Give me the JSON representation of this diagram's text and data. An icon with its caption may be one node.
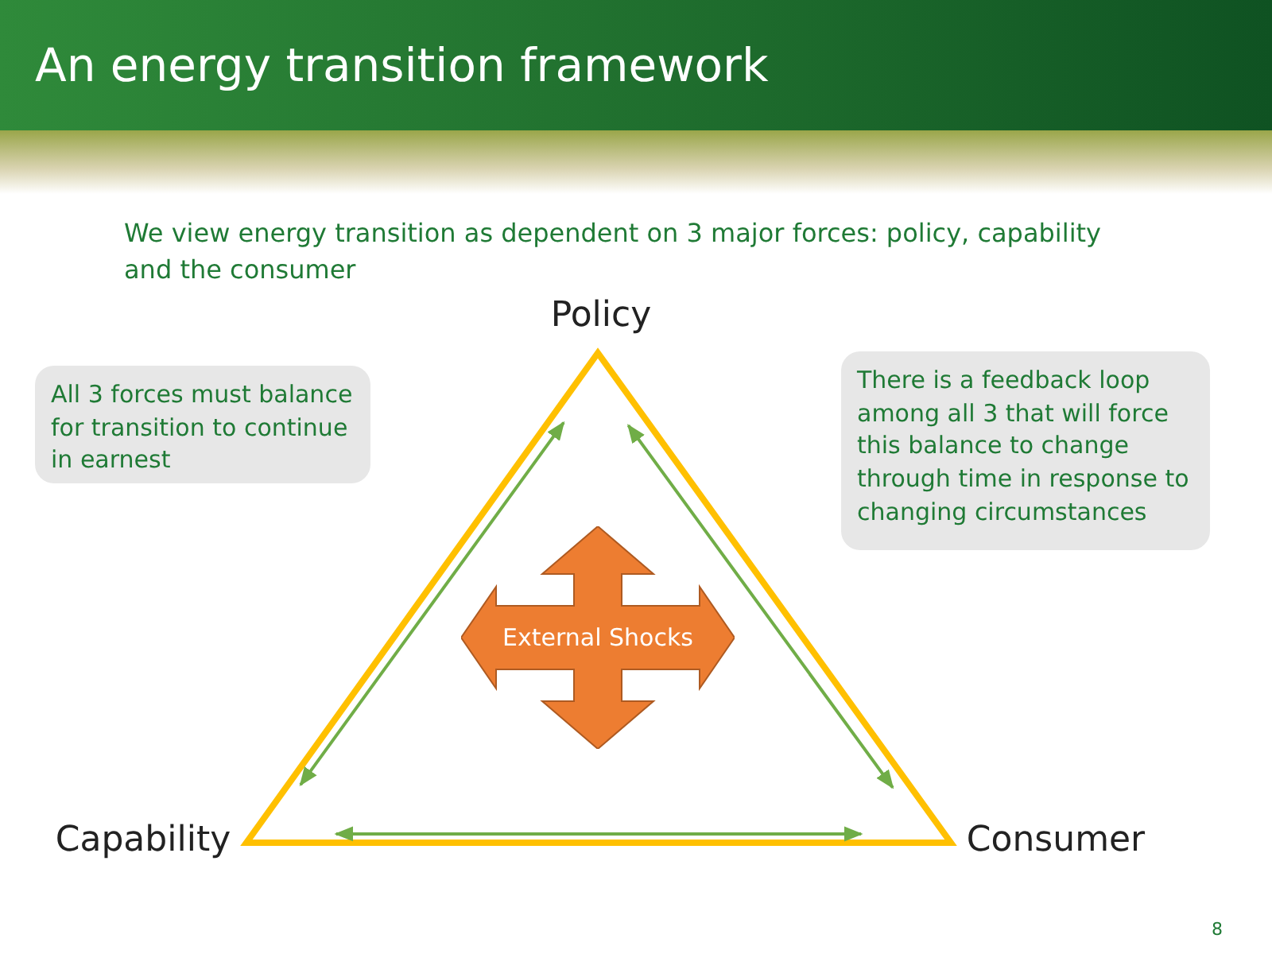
{
  "diagram": {
    "title": "An energy transition framework",
    "nodes": [
      {
        "text": [
          "Policy"
        ]
      },
      {
        "text": [
          "Capability"
        ]
      },
      {
        "text": [
          "Consumer"
        ]
      },
      {
        "text": [
          "All 3 forces must balance for transition to continue in earnest"
        ]
      },
      {
        "text": [
          "There is a feedback loop among all 3 that will force this balance to change through time in response to changing circumstances"
        ]
      },
      {
        "text": [],
        "shape": "triangle"
      },
      {
        "text": [
          "External Shocks"
        ],
        "in": 5
      }
    ],
    "edges": [
      {
        "from": 0,
        "to": 1,
        "arrow": "both"
      },
      {
        "from": 0,
        "to": 2,
        "arrow": "both"
      },
      {
        "from": 1,
        "to": 2,
        "arrow": "both"
      }
    ],
    "labels": [
      "We view energy transition as dependent on 3 major forces: policy, capability and the consumer",
      "8"
    ]
  }
}
